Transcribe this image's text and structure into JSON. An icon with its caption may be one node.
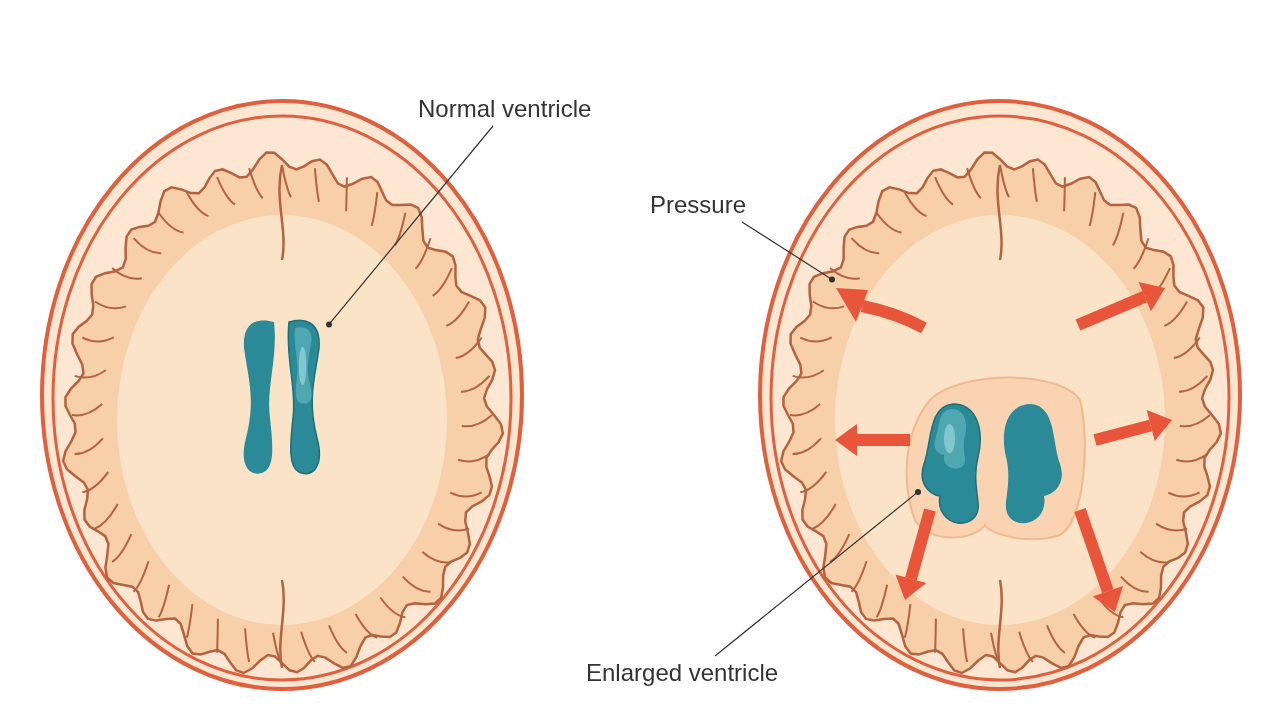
{
  "diagram": {
    "nodes": [
      {
        "text": [
          "Normal ventricle"
        ]
      },
      {
        "text": [],
        "shape": "picture"
      },
      {
        "text": [
          "Pressure"
        ]
      },
      {
        "text": [],
        "shape": "arrow"
      },
      {
        "text": [
          "Enlarged ventricle"
        ]
      },
      {
        "text": [],
        "shape": "picture"
      }
    ],
    "edges": [
      {
        "from": 0,
        "to": 1,
        "arrow": "other"
      },
      {
        "from": 2,
        "to": 3,
        "arrow": "other"
      },
      {
        "from": 4,
        "to": 5,
        "arrow": "other"
      }
    ]
  }
}
